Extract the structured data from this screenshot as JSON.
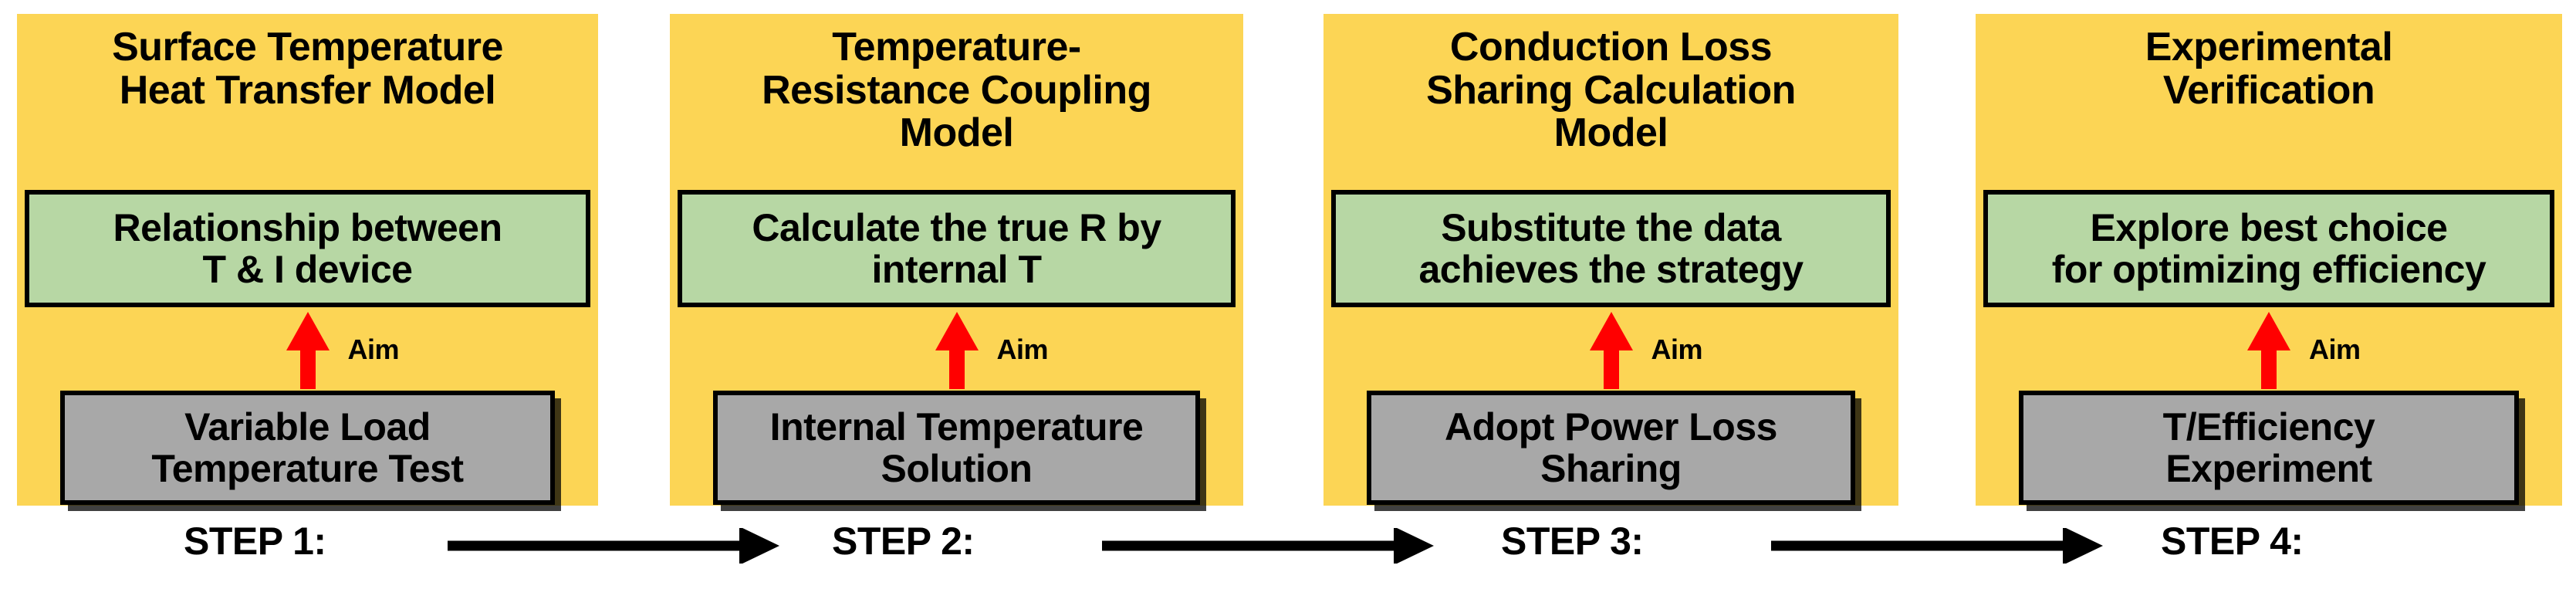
{
  "diagram": {
    "title_text": "",
    "colors": {
      "panel_background": "#FCD555",
      "aim_box": "#B7D7A4",
      "method_box": "#A8A8A8",
      "arrow_accent": "#FF0000",
      "outline": "#000000",
      "page_background": "#FFFFFF"
    },
    "aim_label": "Aim",
    "panels": [
      {
        "title": "Surface Temperature\nHeat Transfer Model",
        "aim": "Relationship between\nT & I device",
        "method": "Variable Load\nTemperature Test",
        "aim_label": "Aim",
        "step": "STEP 1:"
      },
      {
        "title": "Temperature-\nResistance Coupling\nModel",
        "aim": "Calculate the true R by\ninternal T",
        "method": "Internal Temperature\nSolution",
        "aim_label": "Aim",
        "step": "STEP 2:"
      },
      {
        "title": "Conduction Loss\nSharing Calculation\nModel",
        "aim": "Substitute the data\nachieves the strategy",
        "method": "Adopt Power Loss\nSharing",
        "aim_label": "Aim",
        "step": "STEP 3:"
      },
      {
        "title": "Experimental\nVerification",
        "aim": "Explore best choice\nfor optimizing efficiency",
        "method": "T/Efficiency\nExperiment",
        "aim_label": "Aim",
        "step": "STEP 4:"
      }
    ],
    "step_connectors": [
      {
        "from": "STEP 1:",
        "to": "STEP 2:"
      },
      {
        "from": "STEP 2:",
        "to": "STEP 3:"
      },
      {
        "from": "STEP 3:",
        "to": "STEP 4:"
      }
    ]
  }
}
